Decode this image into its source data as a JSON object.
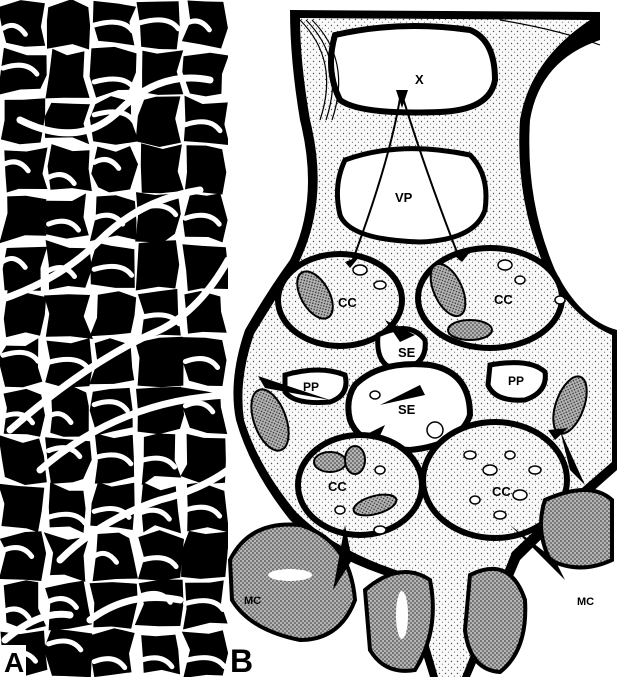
{
  "panels": [
    {
      "letter": "A"
    },
    {
      "letter": "B"
    }
  ],
  "labels": {
    "x": "X",
    "vp": "VP",
    "cc": "CC",
    "se": "SE",
    "pp": "PP",
    "mc": "MC"
  },
  "colors": {
    "ink": "#000000",
    "paper": "#ffffff",
    "stipple_light": "#ececec",
    "stipple_dark": "#9a9a9a"
  }
}
